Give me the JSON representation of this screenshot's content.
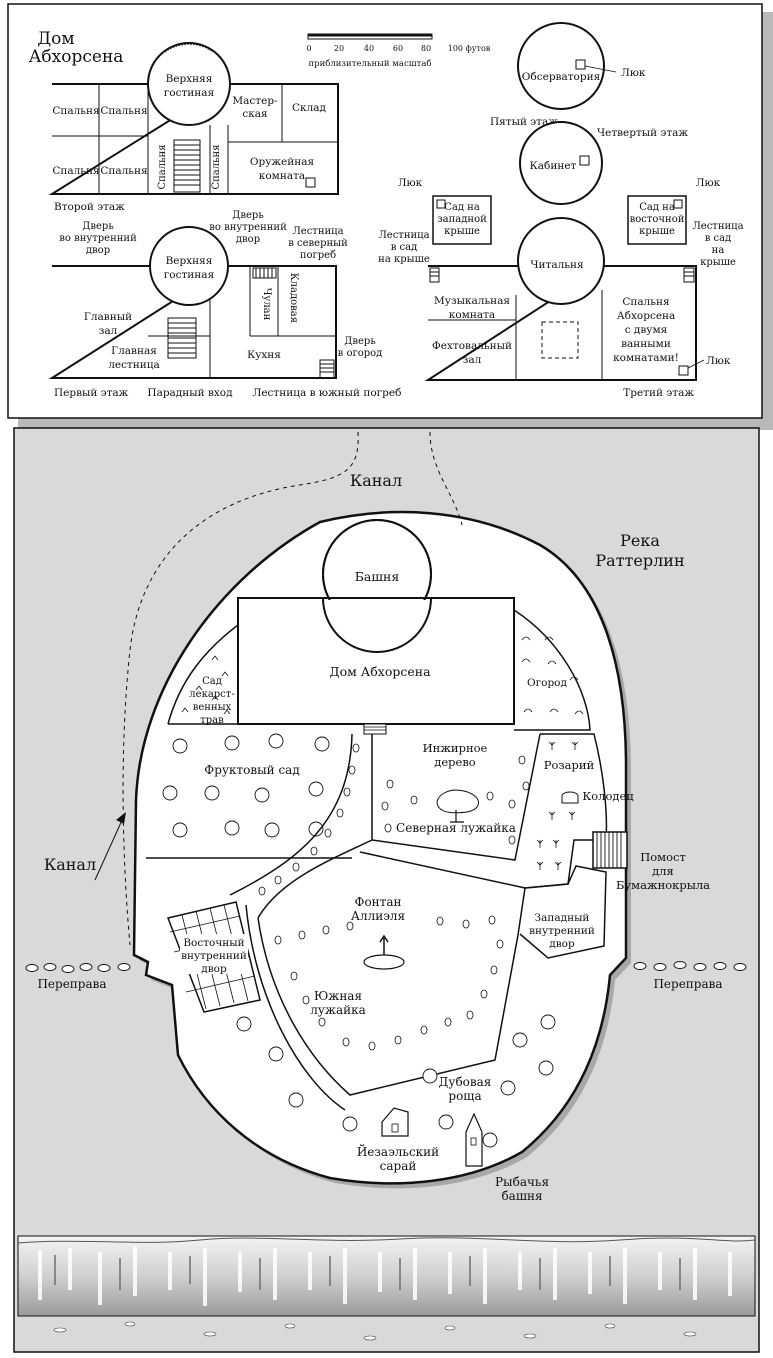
{
  "plan": {
    "title": [
      "Дом",
      "Абхорсена"
    ],
    "scale": {
      "ticks": [
        "0",
        "20",
        "40",
        "60",
        "80",
        "100 футов"
      ],
      "caption": "приблизительный масштаб"
    },
    "second_floor": {
      "name": "Второй этаж",
      "upper_lounge": [
        "Верхняя",
        "гостиная"
      ],
      "bedroom": "Спальня",
      "workshop": [
        "Мастер-",
        "ская"
      ],
      "storage": "Склад",
      "armory": [
        "Оружейная",
        "комната"
      ]
    },
    "first_floor": {
      "name": "Первый этаж",
      "door_inner_left": [
        "Дверь",
        "во внутренний",
        "двор"
      ],
      "door_inner_right": [
        "Дверь",
        "во внутренний",
        "двор"
      ],
      "upper_lounge": [
        "Верхняя",
        "гостиная"
      ],
      "north_cellar_stair": [
        "Лестница",
        "в северный",
        "погреб"
      ],
      "main_hall": [
        "Главный",
        "зал"
      ],
      "main_stair": [
        "Главная",
        "лестница"
      ],
      "closet": "Чулан",
      "pantry": "Кладовая",
      "kitchen": "Кухня",
      "garden_door": [
        "Дверь",
        "в огород"
      ],
      "front_entrance": "Парадный вход",
      "south_cellar_stair": "Лестница в южный погреб"
    },
    "upper_floors": {
      "fifth_floor": "Пятый этаж",
      "observatory": "Обсерватория",
      "hatch": "Люк",
      "fourth_floor": "Четвертый этаж",
      "study": "Кабинет",
      "west_roof_garden": [
        "Сад на",
        "западной",
        "крыше"
      ],
      "east_roof_garden": [
        "Сад на",
        "восточной",
        "крыше"
      ],
      "stair_left": [
        "Лестница",
        "в сад",
        "на крыше"
      ],
      "stair_right": [
        "Лестница",
        "в сад",
        "на",
        "крыше"
      ],
      "reading_room": "Читальня",
      "music_room": [
        "Музыкальная",
        "комната"
      ],
      "fencing_hall": [
        "Фехтовальный",
        "зал"
      ],
      "bedroom_abhorsen": [
        "Спальня",
        "Абхорсена",
        "с двумя",
        "ванными",
        "комнатами!"
      ],
      "third_floor": "Третий этаж"
    }
  },
  "island": {
    "canal_top": "Канал",
    "canal_left": "Канал",
    "river": [
      "Река",
      "Раттерлин"
    ],
    "tower": "Башня",
    "house": "Дом Абхорсена",
    "herb_garden": [
      "Сад",
      "лекарст-",
      "венных",
      "трав"
    ],
    "vegetable_garden": "Огород",
    "orchard": "Фруктовый сад",
    "fig_tree": [
      "Инжирное",
      "дерево"
    ],
    "rose_garden": "Розарий",
    "well": "Колодец",
    "north_lawn": "Северная лужайка",
    "platform": [
      "Помост",
      "для",
      "Бумажнокрыла"
    ],
    "fountain": [
      "Фонтан",
      "Аллиэля"
    ],
    "east_court": [
      "Восточный",
      "внутренний",
      "двор"
    ],
    "west_court": [
      "Западный",
      "внутренний",
      "двор"
    ],
    "crossing_left": "Переправа",
    "crossing_right": "Переправа",
    "south_lawn": [
      "Южная",
      "лужайка"
    ],
    "oak_grove": [
      "Дубовая",
      "роща"
    ],
    "shed": [
      "Йезаэльский",
      "сарай"
    ],
    "fishing_tower": [
      "Рыбачья",
      "башня"
    ]
  },
  "colors": {
    "paper": "#ffffff",
    "water": "#d9d9d9",
    "ink": "#111111",
    "shadow": "#b0b0b0"
  }
}
